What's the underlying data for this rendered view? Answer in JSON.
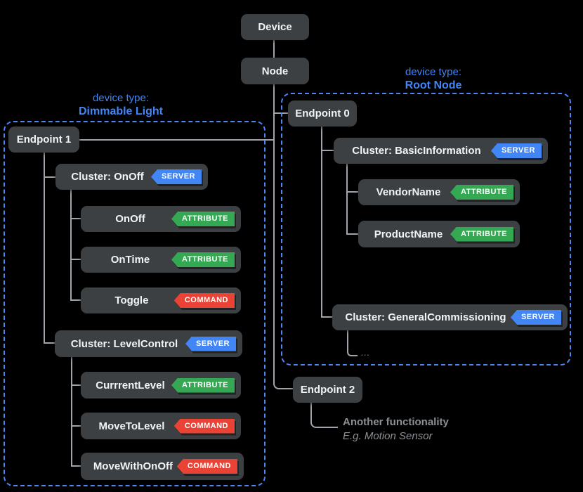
{
  "colors": {
    "background": "#000000",
    "box_fill": "#3c4043",
    "box_text": "#f1f3f4",
    "accent_blue": "#4285f4",
    "badge_server_blue": "#4285f4",
    "badge_attribute_green": "#34a853",
    "badge_command_red": "#ea4335",
    "connector_gray": "#9fa5aa",
    "note_gray": "#8b9095"
  },
  "root": {
    "device": "Device",
    "node": "Node"
  },
  "groups": {
    "dimmable_light": {
      "label_prefix": "device type:",
      "label_name": "Dimmable Light",
      "endpoint": "Endpoint 1",
      "clusters": [
        {
          "label": "Cluster: OnOff",
          "badge": "SERVER",
          "children": [
            {
              "label": "OnOff",
              "badge": "ATTRIBUTE"
            },
            {
              "label": "OnTime",
              "badge": "ATTRIBUTE"
            },
            {
              "label": "Toggle",
              "badge": "COMMAND"
            }
          ]
        },
        {
          "label": "Cluster: LevelControl",
          "badge": "SERVER",
          "children": [
            {
              "label": "CurrrentLevel",
              "badge": "ATTRIBUTE"
            },
            {
              "label": "MoveToLevel",
              "badge": "COMMAND"
            },
            {
              "label": "MoveWithOnOff",
              "badge": "COMMAND"
            }
          ]
        }
      ]
    },
    "root_node": {
      "label_prefix": "device type:",
      "label_name": "Root Node",
      "endpoint": "Endpoint 0",
      "clusters": [
        {
          "label": "Cluster: BasicInformation",
          "badge": "SERVER",
          "children": [
            {
              "label": "VendorName",
              "badge": "ATTRIBUTE"
            },
            {
              "label": "ProductName",
              "badge": "ATTRIBUTE"
            }
          ]
        },
        {
          "label": "Cluster: GeneralCommissioning",
          "badge": "SERVER",
          "children": []
        }
      ],
      "ellipsis": "..."
    }
  },
  "endpoint2": {
    "label": "Endpoint 2",
    "note_line1": "Another functionality",
    "note_line2": "E.g. Motion Sensor"
  }
}
